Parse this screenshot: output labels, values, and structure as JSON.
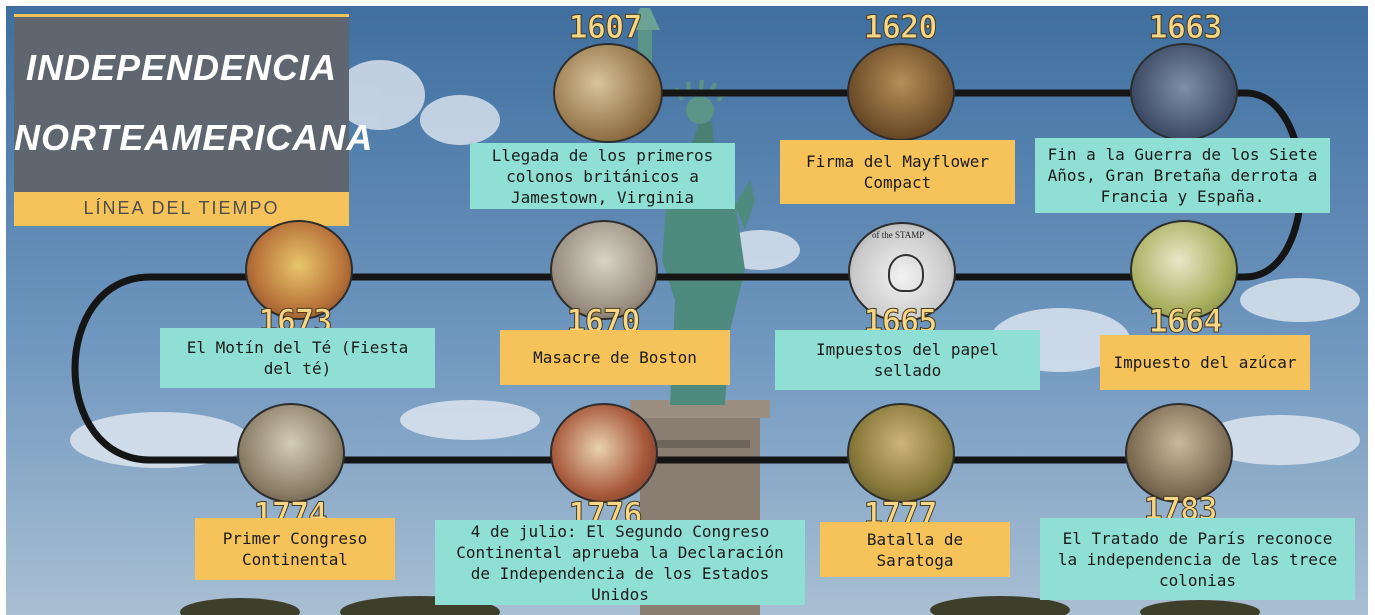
{
  "title": {
    "line1": "INDEPENDENCIA",
    "line2": "NORTEAMERICANA",
    "subtitle": "LÍNEA DEL TIEMPO"
  },
  "colors": {
    "teal_label": "#8fdfd4",
    "gold_label": "#f6c35a",
    "title_panel": "#5f6670",
    "timeline_path": "#151515",
    "year_text": "#f5d785"
  },
  "events": [
    {
      "year": "1607",
      "text": "Llegada de los primeros colonos británicos a Jamestown, Virginia",
      "style": "teal"
    },
    {
      "year": "1620",
      "text": "Firma del Mayflower Compact",
      "style": "gold"
    },
    {
      "year": "1663",
      "text": "Fin a la Guerra de los Siete Años, Gran Bretaña derrota a Francia y España.",
      "style": "teal"
    },
    {
      "year": "1664",
      "text": "Impuesto del azúcar",
      "style": "gold"
    },
    {
      "year": "1665",
      "text": "Impuestos del papel sellado",
      "style": "teal"
    },
    {
      "year": "1670",
      "text": "Masacre de Boston",
      "style": "gold"
    },
    {
      "year": "1673",
      "text": "El Motín del Té (Fiesta del té)",
      "style": "teal"
    },
    {
      "year": "1774",
      "text": "Primer Congreso Continental",
      "style": "gold"
    },
    {
      "year": "1776",
      "text": "4 de julio: El Segundo Congreso Continental aprueba la Declaración de Independencia de los Estados Unidos",
      "style": "teal"
    },
    {
      "year": "1777",
      "text": "Batalla de Saratoga",
      "style": "gold"
    },
    {
      "year": "1783",
      "text": "El Tratado de París reconoce la independencia de las trece colonias",
      "style": "teal"
    }
  ],
  "stamp_text": "of the STAMP"
}
